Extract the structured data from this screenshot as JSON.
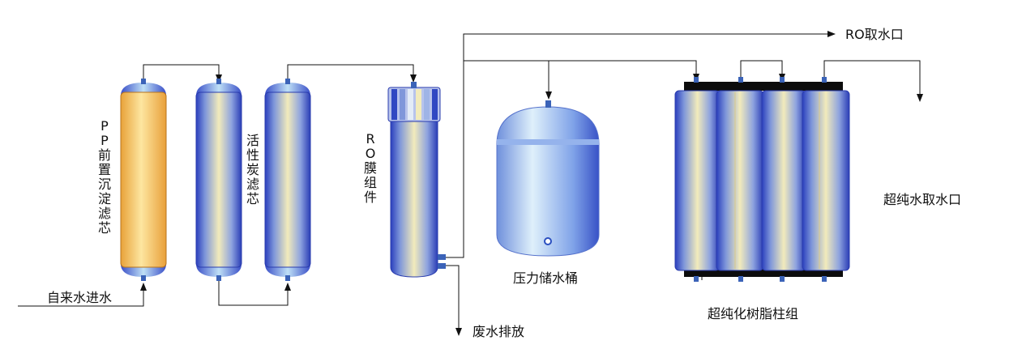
{
  "labels": {
    "tap_water_in": "自来水进水",
    "pp_filter": "PP前置沉淀滤芯",
    "carbon_filter": "活性炭滤芯",
    "ro_module": "RO膜组件",
    "ro_outlet": "RO取水口",
    "pressure_tank": "压力储水桶",
    "waste_drain": "废水排放",
    "ultrapure_outlet": "超纯水取水口",
    "resin_columns": "超纯化树脂柱组"
  }
}
